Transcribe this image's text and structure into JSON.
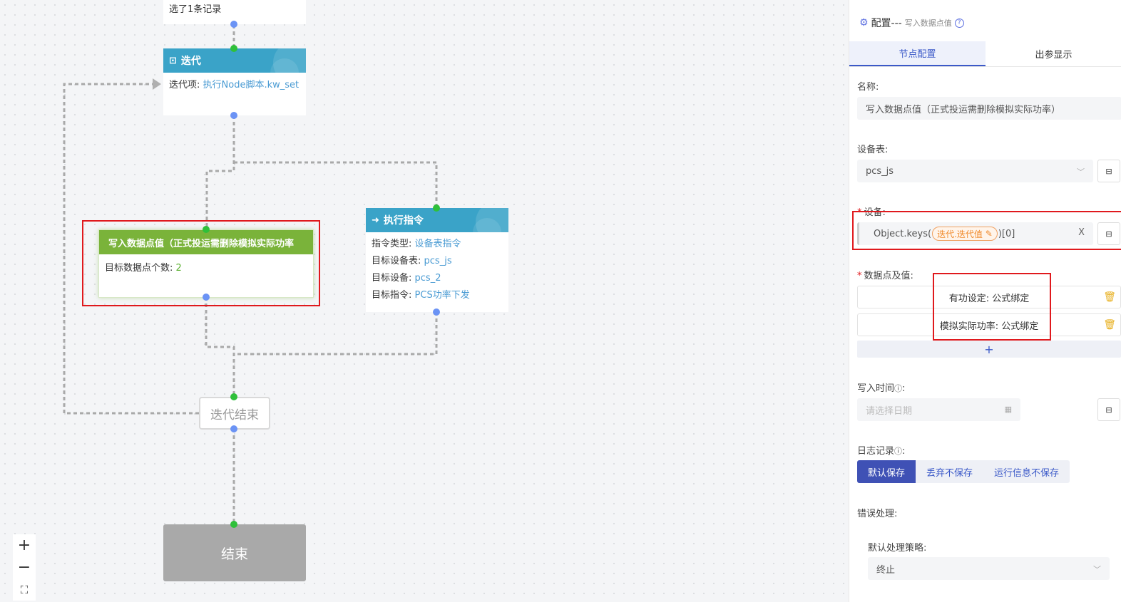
{
  "canvas": {
    "top_partial_label": "选了1条记录",
    "iterate_node": {
      "title": "迭代",
      "label": "迭代项:",
      "value": "执行Node脚本.kw_set"
    },
    "write_node": {
      "title": "写入数据点值（正式投运需删除模拟实际功率",
      "label": "目标数据点个数:",
      "value": "2"
    },
    "exec_node": {
      "title": "执行指令",
      "rows": [
        {
          "label": "指令类型:",
          "value": "设备表指令"
        },
        {
          "label": "目标设备表:",
          "value": "pcs_js"
        },
        {
          "label": "目标设备:",
          "value": "pcs_2"
        },
        {
          "label": "目标指令:",
          "value": "PCS功率下发"
        }
      ]
    },
    "iterate_end_node": {
      "title": "迭代结束"
    },
    "end_node": {
      "title": "结束"
    },
    "zoom": {
      "in": "+",
      "out": "−",
      "fit": "⛶"
    },
    "colors": {
      "iterate_head": "#3aa3c8",
      "write_head": "#7ab33a",
      "exec_head": "#3aa3c8",
      "end_bg": "#a9a9a9",
      "highlight": "#e0191d"
    }
  },
  "panel": {
    "title": "配置---",
    "subtitle": "写入数据点值",
    "tabs": [
      "节点配置",
      "出参显示"
    ],
    "name_label": "名称:",
    "name_value": "写入数据点值（正式投运需删除模拟实际功率）",
    "device_table_label": "设备表:",
    "device_table_value": "pcs_js",
    "device_label": "设备:",
    "device_expr_prefix": "Object.keys(",
    "device_expr_pill": "迭代.迭代值",
    "device_expr_suffix": ")[0]",
    "device_clear": "X",
    "datapoints_label": "数据点及值:",
    "datapoints": [
      "有功设定: 公式绑定",
      "模拟实际功率: 公式绑定"
    ],
    "add_label": "+",
    "write_time_label": "写入时间",
    "write_time_placeholder": "请选择日期",
    "log_label": "日志记录",
    "log_options": [
      "默认保存",
      "丢弃不保存",
      "运行信息不保存"
    ],
    "error_label": "错误处理:",
    "default_strategy_label": "默认处理策略:",
    "default_strategy_value": "终止"
  }
}
